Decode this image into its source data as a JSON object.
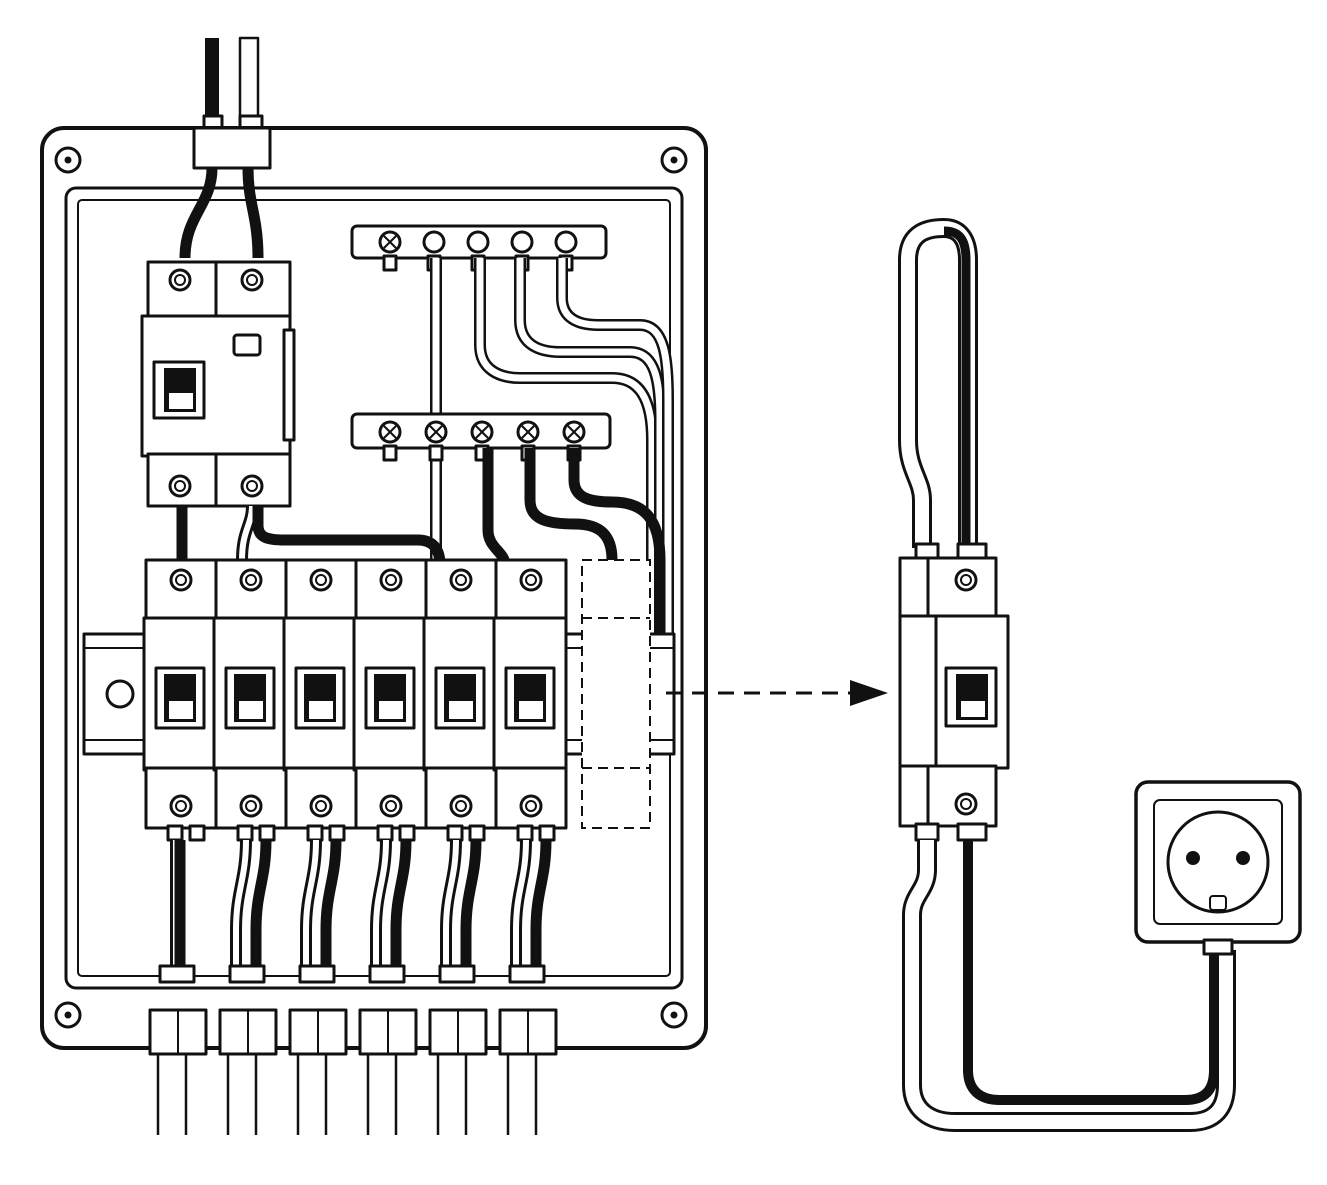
{
  "colors": {
    "line": "#111111",
    "background": "#ffffff"
  },
  "panel": {
    "main_breaker_poles": 2,
    "branch_breaker_count": 6,
    "empty_slot_count": 1,
    "top_bus_terminal_count": 5,
    "bottom_bus_terminal_count": 5,
    "outgoing_cable_count": 6
  },
  "detail": {
    "arrow_style": "dashed",
    "components": [
      "single-pole-breaker-icon",
      "wall-socket-icon"
    ]
  }
}
